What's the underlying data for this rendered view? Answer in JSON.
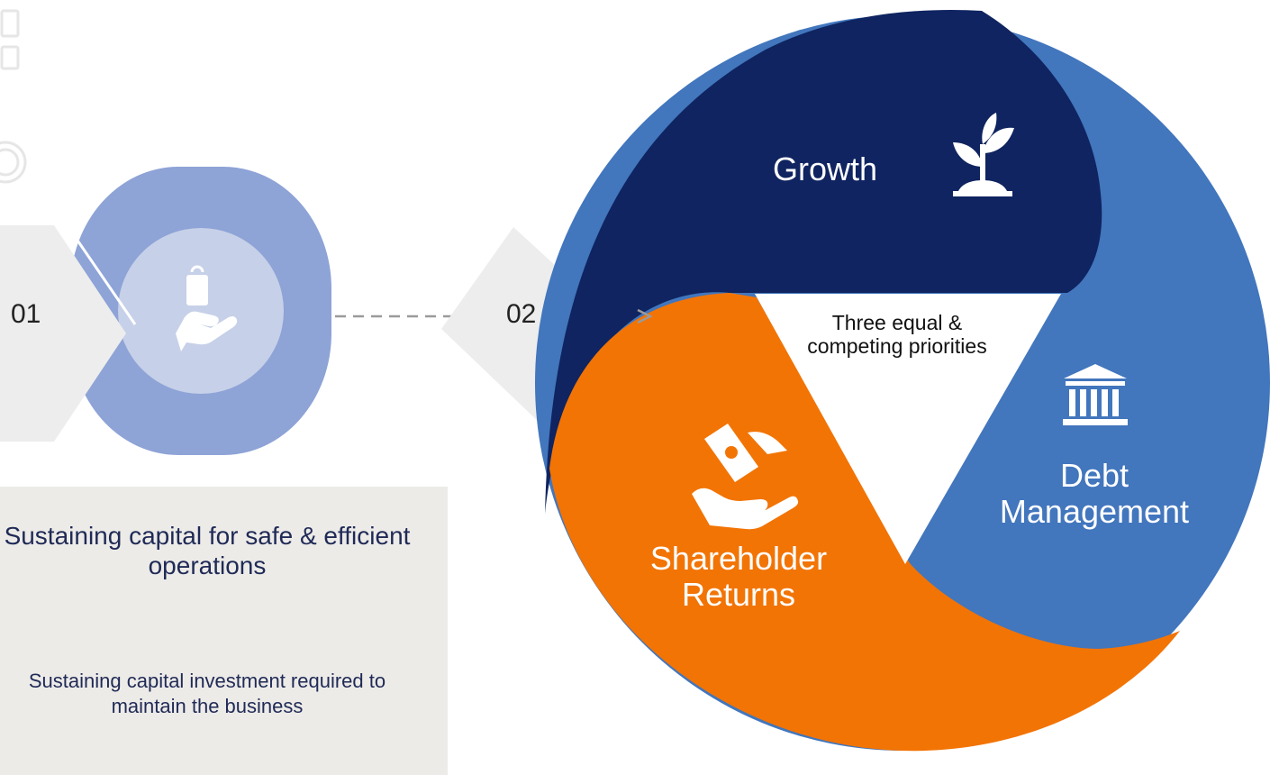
{
  "step1": {
    "number": "01",
    "title": "Sustaining capital for safe & efficient operations",
    "body": "Sustaining capital investment required to maintain the business"
  },
  "step2": {
    "number": "02"
  },
  "wheel": {
    "center_text": "Three equal & competing priorities",
    "segments": [
      {
        "id": "growth",
        "label": "Growth",
        "color": "#0f2460",
        "icon": "plant-sprout-icon"
      },
      {
        "id": "debt",
        "label": "Debt Management",
        "color": "#4276bd",
        "icon": "bank-building-icon"
      },
      {
        "id": "shareholder",
        "label": "Shareholder Returns",
        "color": "#f27405",
        "icon": "hand-receiving-money-icon"
      }
    ]
  },
  "colors": {
    "step1_outer": "#8ea3d6",
    "step1_inner": "#c6d0e8",
    "info_box": "#edebe8",
    "connector": "#9a9a9a"
  }
}
